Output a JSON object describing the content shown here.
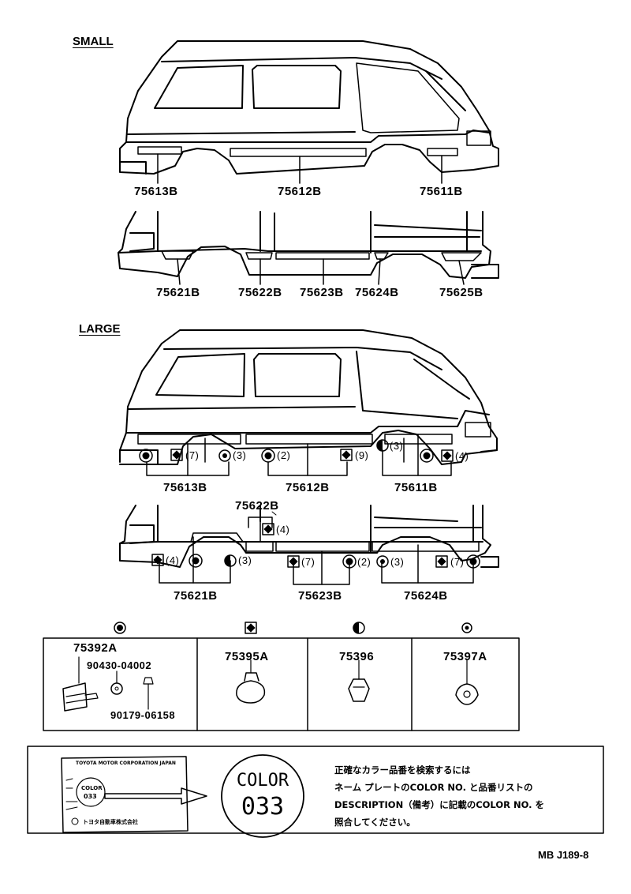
{
  "sections": {
    "small": "SMALL",
    "large": "LARGE"
  },
  "small_upper_parts": [
    "75613B",
    "75612B",
    "75611B"
  ],
  "small_lower_parts": [
    "75621B",
    "75622B",
    "75623B",
    "75624B",
    "75625B"
  ],
  "large_upper_parts": [
    "75613B",
    "75612B",
    "75611B"
  ],
  "large_upper_qty": [
    "(7)",
    "(3)",
    "(2)",
    "(9)",
    "(3)",
    "(4)"
  ],
  "large_lower_parts": [
    "75622B",
    "75621B",
    "75623B",
    "75624B"
  ],
  "large_lower_qty": [
    "(4)",
    "(4)",
    "(3)",
    "(7)",
    "(2)",
    "(3)",
    "(7)"
  ],
  "fasteners": [
    {
      "part": "75392A",
      "sub_parts": [
        "90430-04002",
        "90179-06158"
      ]
    },
    {
      "part": "75395A"
    },
    {
      "part": "75396"
    },
    {
      "part": "75397A"
    }
  ],
  "nameplate": {
    "header": "TOYOTA MOTOR CORPORATION JAPAN",
    "color_word": "COLOR",
    "color_no": "033",
    "footer": "トヨタ自動車株式会社"
  },
  "color_badge": {
    "word": "COLOR",
    "number": "033"
  },
  "instructions": [
    "正確なカラー品番を検索するには",
    "ネーム プレートのCOLOR NO. と品番リストの",
    "DESCRIPTION（備考）に記載のCOLOR NO. を",
    "照合してください。"
  ],
  "ref_code": "MB J189-8"
}
